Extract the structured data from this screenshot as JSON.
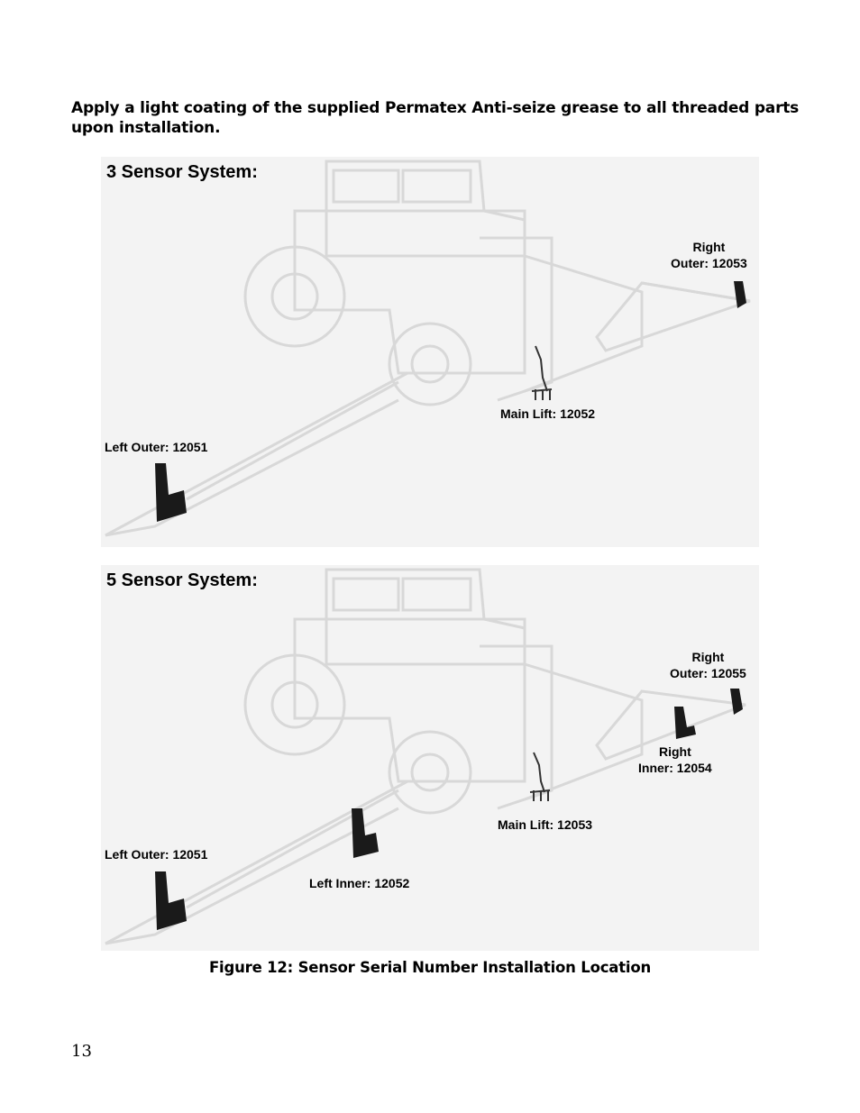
{
  "instruction": "Apply a light coating of the supplied Permatex Anti-seize grease to all threaded parts upon installation.",
  "figure_3_sensor": {
    "title": "3 Sensor System:",
    "right_outer_line1": "Right",
    "right_outer_line2": "Outer: 12053",
    "main_lift": "Main Lift: 12052",
    "left_outer": "Left Outer: 12051"
  },
  "figure_5_sensor": {
    "title": "5 Sensor System:",
    "right_outer_line1": "Right",
    "right_outer_line2": "Outer: 12055",
    "right_inner_line1": "Right",
    "right_inner_line2": "Inner: 12054",
    "main_lift": "Main Lift: 12053",
    "left_outer": "Left Outer: 12051",
    "left_inner": "Left Inner: 12052"
  },
  "caption": "Figure 12: Sensor Serial Number Installation Location",
  "page_number": "13"
}
